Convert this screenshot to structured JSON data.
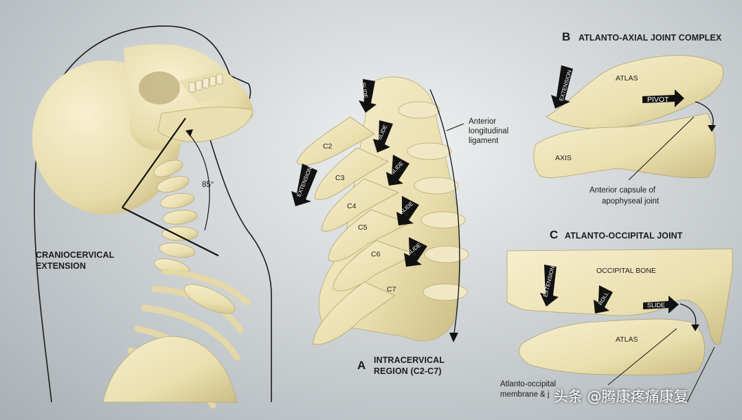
{
  "panels": {
    "cranio": {
      "title_line1": "CRANIOCERVICAL",
      "title_line2": "EXTENSION",
      "angle": "85°"
    },
    "a": {
      "letter": "A",
      "title_line1": "INTRACERVICAL",
      "title_line2": "REGION (C2-C7)",
      "ligament_line1": "Anterior",
      "ligament_line2": "longitudinal",
      "ligament_line3": "ligament",
      "extension": "EXTENSION",
      "slide": "SLIDE",
      "vertebrae": [
        "C2",
        "C3",
        "C4",
        "C5",
        "C6",
        "C7"
      ]
    },
    "b": {
      "letter": "B",
      "title": "ATLANTO-AXIAL JOINT COMPLEX",
      "atlas": "ATLAS",
      "axis": "AXIS",
      "pivot": "PIVOT",
      "extension": "EXTENSION",
      "capsule_line1": "Anterior capsule of",
      "capsule_line2": "apophyseal joint"
    },
    "c": {
      "letter": "C",
      "title": "ATLANTO-OCCIPITAL JOINT",
      "occipital": "OCCIPITAL BONE",
      "atlas": "ATLAS",
      "extension": "EXTENSION",
      "roll": "ROLL",
      "slide": "SLIDE",
      "membrane_line1": "Atlanto-occipital",
      "membrane_line2": "membrane & j"
    }
  },
  "watermark": "头条 @腾康疼痛康复",
  "colors": {
    "bone": "#efe6bd",
    "bone_shadow": "#c9bd8a",
    "arrow": "#111111"
  }
}
